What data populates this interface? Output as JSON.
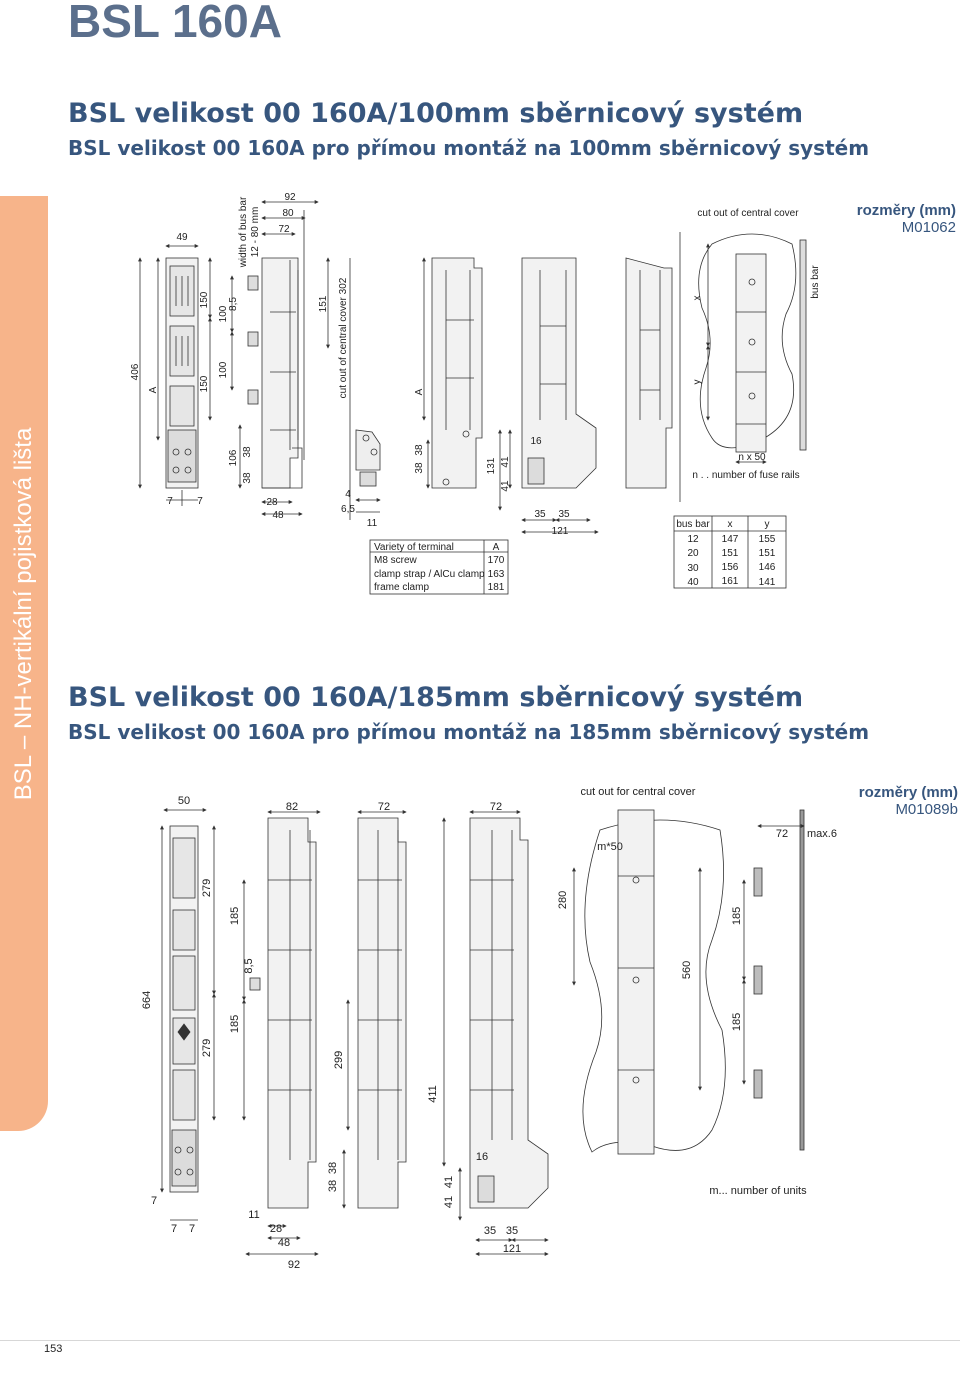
{
  "page": {
    "title": "BSL 160A",
    "sidebar_label": "BSL – NH-vertikální pojistková lišta",
    "page_number": "153"
  },
  "section1": {
    "title": "BSL velikost 00 160A/100mm sběrnicový systém",
    "subtitle": "BSL velikost 00 160A pro přímou montáž na 100mm sběrnicový systém",
    "dims_heading": "rozměry (mm)",
    "drawing_code": "M01062",
    "labels": {
      "w49": "49",
      "d406": "406",
      "A": "A",
      "d150a": "150",
      "d150b": "150",
      "d100a": "100",
      "d100b": "100",
      "d106": "106",
      "d85": "8,5",
      "d38a": "38",
      "d38b": "38",
      "d7a": "7",
      "d7b": "7",
      "busbar_width": "width of bus bar",
      "busbar_range": "12 - 80 mm",
      "d92": "92",
      "d80": "80",
      "d72": "72",
      "d151": "151",
      "cutout302": "cut out of central cover 302",
      "d28": "28",
      "d48": "48",
      "d4": "4",
      "d65": "6,5",
      "d11": "11",
      "A2": "A",
      "d38c": "38",
      "d38d": "38",
      "d131": "131",
      "d41a": "41",
      "d41b": "41",
      "d16": "16",
      "d35a": "35",
      "d35b": "35",
      "d121": "121",
      "cutout_central": "cut out of central cover",
      "x": "x",
      "y": "y",
      "nx50": "n x 50",
      "n_rails": "n . . number of fuse rails",
      "busbar": "bus bar"
    },
    "terminal_table": {
      "header": [
        "Variety of terminal",
        "A"
      ],
      "rows": [
        [
          "M8 screw",
          "170"
        ],
        [
          "clamp strap / AlCu clamp",
          "163"
        ],
        [
          "frame clamp",
          "181"
        ]
      ]
    },
    "busbar_table": {
      "header": [
        "bus bar",
        "x",
        "y"
      ],
      "rows": [
        [
          "12",
          "147",
          "155"
        ],
        [
          "20",
          "151",
          "151"
        ],
        [
          "30",
          "156",
          "146"
        ],
        [
          "40",
          "161",
          "141"
        ]
      ]
    }
  },
  "section2": {
    "title": "BSL velikost 00 160A/185mm sběrnicový systém",
    "subtitle": "BSL velikost 00 160A pro přímou montáž na 185mm sběrnicový systém",
    "dims_heading": "rozměry (mm)",
    "drawing_code": "M01089b",
    "labels": {
      "d50": "50",
      "d279a": "279",
      "d279b": "279",
      "d664": "664",
      "d185a": "185",
      "d185b": "185",
      "d85": "8,5",
      "d7a": "7",
      "d7b": "7",
      "d7c": "7",
      "d82": "82",
      "d11": "11",
      "d28": "28",
      "d48": "48",
      "d92": "92",
      "d72a": "72",
      "d299": "299",
      "d38a": "38",
      "d38b": "38",
      "d72b": "72",
      "d411": "411",
      "d41a": "41",
      "d41b": "41",
      "d16": "16",
      "d35a": "35",
      "d35b": "35",
      "d121": "121",
      "cutout_central": "cut out for central cover",
      "m50": "m*50",
      "d280": "280",
      "d560": "560",
      "d72c": "72",
      "max6": "max.6",
      "d185c": "185",
      "d185d": "185",
      "m_units": "m... number of units"
    }
  },
  "colors": {
    "title": "#5b6f8c",
    "section_title": "#37567e",
    "sidebar": "#f7b48a",
    "drawing_line": "#333333",
    "drawing_fill": "#eeeeee"
  }
}
